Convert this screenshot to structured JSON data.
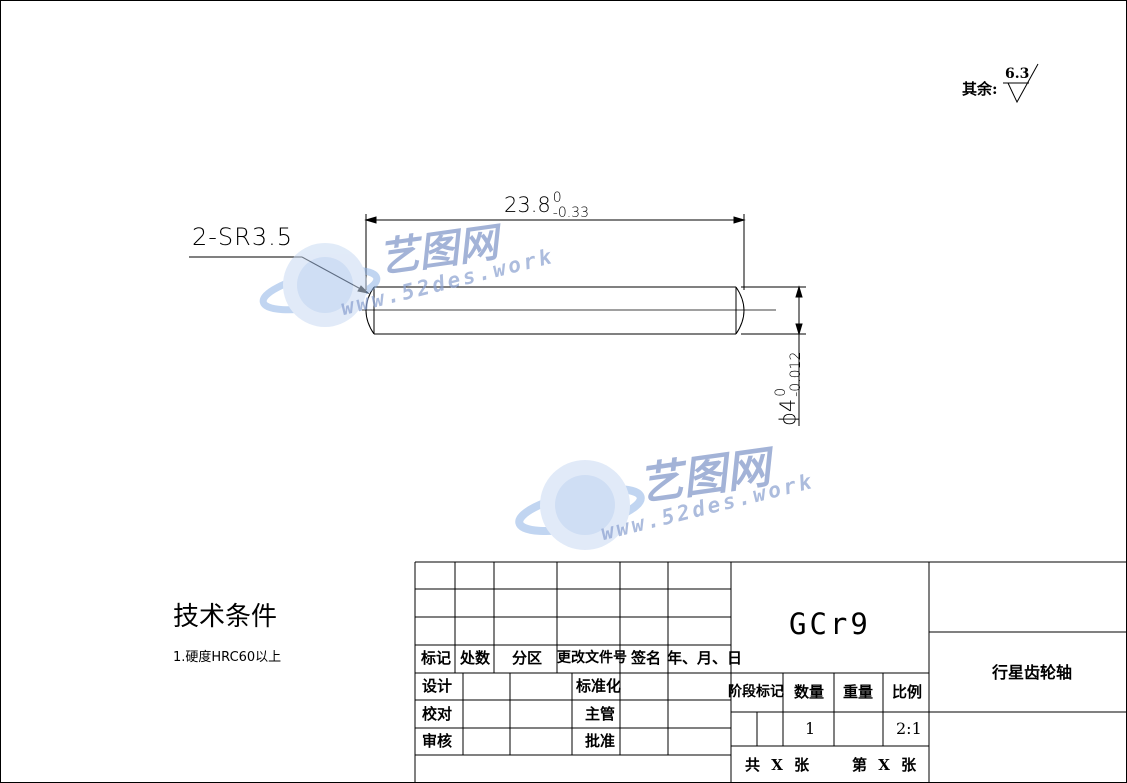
{
  "roughness": {
    "label": "其余:",
    "value": "6.3"
  },
  "dimensions": {
    "length_base": "23.8",
    "length_upper": "0",
    "length_lower": "-0.33",
    "radius": "2-SR3.5",
    "diameter_base": "ϕ4",
    "diameter_upper": "0",
    "diameter_lower": "-0.012"
  },
  "tech": {
    "title": "技术条件",
    "item1": "1.硬度HRC60以上"
  },
  "watermark": {
    "brand": "艺图网",
    "url": "www.52des.work"
  },
  "title_block": {
    "headers": [
      "标记",
      "处数",
      "分区",
      "更改文件号",
      "签名",
      "年、月、日"
    ],
    "left_rows": [
      "设计",
      "校对",
      "审核"
    ],
    "right_rows": [
      "标准化",
      "主管",
      "批准"
    ],
    "material": "GCr9",
    "stage_header": "阶段标记",
    "qty_header": "数量",
    "weight_header": "重量",
    "scale_header": "比例",
    "qty": "1",
    "scale": "2:1",
    "sheets_total": "共 X 张",
    "sheet_no": "第 X 张",
    "part_name": "行星齿轮轴"
  }
}
